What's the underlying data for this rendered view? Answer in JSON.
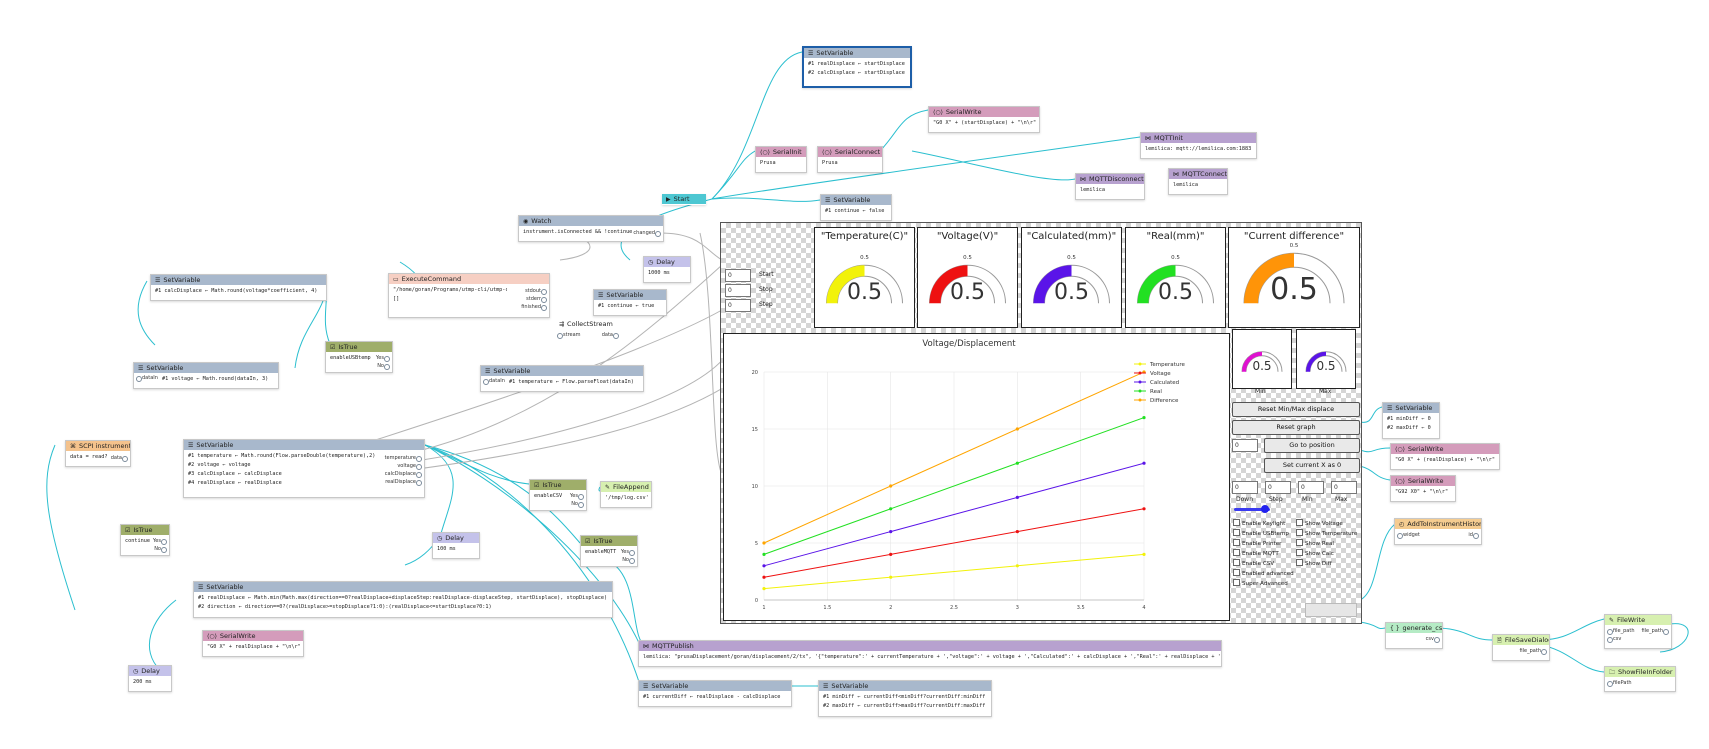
{
  "nodes": {
    "setvar_top": {
      "title": "SetVariable",
      "lines": [
        "#1 realDisplace  ←  startDisplace",
        "#2 calcDisplace  ←  startDisplace"
      ]
    },
    "serialwrite_top": {
      "title": "SerialWrite",
      "line": "\"G0 X\" + (startDisplace) + \"\\n\\r\""
    },
    "serialinit": {
      "title": "SerialInit",
      "line": "Prusa"
    },
    "serialconnect": {
      "title": "SerialConnect",
      "line": "Prusa"
    },
    "mqttinit": {
      "title": "MQTTInit",
      "line": "lemilica: mqtt://lemilica.com:1883"
    },
    "mqttdisconnect": {
      "title": "MQTTDisconnect",
      "line": "lemilica"
    },
    "mqttconnect": {
      "title": "MQTTConnect",
      "line": "lemilica"
    },
    "start": {
      "title": "Start"
    },
    "setvar_continue_false": {
      "title": "SetVariable",
      "line": "#1 continue  ←  false"
    },
    "watch": {
      "title": "Watch",
      "line": "instrument.isConnected && !continue",
      "out": "changed"
    },
    "delay_1000": {
      "title": "Delay",
      "line": "1000 ms"
    },
    "setvar_calc": {
      "title": "SetVariable",
      "line": "#1 calcDisplace  ←  Math.round(voltage*coefficient, 4)"
    },
    "exec": {
      "title": "ExecuteCommand",
      "line1": "\"/home/goran/Programs/utmp-cli/utmp-cli\"",
      "line2": "[]",
      "outs": [
        "stdout",
        "stderr",
        "finished"
      ]
    },
    "setvar_continue_true": {
      "title": "SetVariable",
      "line": "#1 continue  ←  true"
    },
    "collectstream": {
      "title": "CollectStream",
      "ins": [
        "stream"
      ],
      "outs": [
        "data"
      ]
    },
    "istrue_temp": {
      "title": "IsTrue",
      "line": "enableUSBtemp",
      "outs": [
        "Yes",
        "No"
      ]
    },
    "setvar_voltage": {
      "title": "SetVariable",
      "in": "dataIn",
      "line": "#1 voltage  ←  Math.round(dataIn, 3)"
    },
    "setvar_temp": {
      "title": "SetVariable",
      "in": "dataIn",
      "line": "#1 temperature  ←  Flow.parseFloat(dataIn)"
    },
    "scpi": {
      "title": "SCPI instrument",
      "line": "data = read?",
      "out": "data"
    },
    "setvar_main": {
      "title": "SetVariable",
      "lines": [
        "#1 temperature  ←  Math.round(Flow.parseDouble(temperature),2)",
        "#2 voltage  ←  voltage",
        "#3 calcDisplace  ←  calcDisplace",
        "#4 realDisplace  ←  realDisplace"
      ],
      "outs": [
        "temperature",
        "voltage",
        "calcDisplace",
        "realDisplace"
      ]
    },
    "istrue_csv": {
      "title": "IsTrue",
      "line": "enableCSV",
      "outs": [
        "Yes",
        "No"
      ]
    },
    "fileappend": {
      "title": "FileAppend",
      "line": "'/tmp/log.csv'"
    },
    "delay_100": {
      "title": "Delay",
      "line": "100 ms"
    },
    "istrue_mqtt": {
      "title": "IsTrue",
      "line": "enableMQTT",
      "outs": [
        "Yes",
        "No"
      ]
    },
    "istrue_continue": {
      "title": "IsTrue",
      "line": "continue",
      "outs": [
        "Yes",
        "No"
      ]
    },
    "setvar_real": {
      "title": "SetVariable",
      "lines": [
        "#1 realDisplace  ←  Math.min(Math.max(direction==0?realDisplace+displaceStep:realDisplace-displaceStep, startDisplace), stopDisplace)",
        "#2 direction  ←  direction==0?(realDisplace>=stopDisplace?1:0):(realDisplace<=startDisplace?0:1)"
      ]
    },
    "serialwrite_bottom": {
      "title": "SerialWrite",
      "line": "\"G0 X\" + realDisplace + \"\\n\\r\""
    },
    "delay_200": {
      "title": "Delay",
      "line": "200 ms"
    },
    "mqttpublish": {
      "title": "MQTTPublish",
      "line": "lemilica: \"prusaDisplacement/goran/displacement/2/tx\", '{\"temperature\":' + currentTemperature + ',\"voltage\":' + voltage + ',\"Calculated\":' + calcDisplace + ',\"Real\":' + realDisplace + '}'"
    },
    "setvar_diff": {
      "title": "SetVariable",
      "line": "#1 currentDiff  ←  realDisplace - calcDisplace"
    },
    "setvar_minmax": {
      "title": "SetVariable",
      "lines": [
        "#1 minDiff  ←  currentDiff<minDiff?currentDiff:minDiff",
        "#2 maxDiff  ←  currentDiff>maxDiff?currentDiff:maxDiff"
      ]
    },
    "setvar_reset": {
      "title": "SetVariable",
      "lines": [
        "#1 minDiff  ←  0",
        "#2 maxDiff  ←  0"
      ]
    },
    "serialwrite_goto": {
      "title": "SerialWrite",
      "line": "\"G0 X\" + (realDisplace) + \"\\n\\r\""
    },
    "serialwrite_set": {
      "title": "SerialWrite",
      "line": "\"G92 X0\" + \"\\n\\r\""
    },
    "addhistory": {
      "title": "AddToInstrumentHistory",
      "in": "widget",
      "out": "id"
    },
    "generate_csv": {
      "title": "generate_csv",
      "out": "csv"
    },
    "filesavedialog": {
      "title": "FileSaveDialog",
      "out": "file_path"
    },
    "filewrite": {
      "title": "FileWrite",
      "ins": [
        "file_path",
        "csv"
      ],
      "out": "file_path"
    },
    "showfileinfolder": {
      "title": "ShowFileInFolder",
      "in": "filePath"
    }
  },
  "dashboard": {
    "inputs": [
      {
        "value": "0",
        "label": "Start"
      },
      {
        "value": "0",
        "label": "Stop"
      },
      {
        "value": "0",
        "label": "Step"
      }
    ],
    "gauges": [
      {
        "title": "\"Temperature(C)\"",
        "value": "0.5",
        "top": "0.5",
        "color": "#f2f20a",
        "fraction": 0.5
      },
      {
        "title": "\"Voltage(V)\"",
        "value": "0.5",
        "top": "0.5",
        "color": "#ee1111",
        "fraction": 0.5
      },
      {
        "title": "\"Calculated(mm)\"",
        "value": "0.5",
        "top": "0.5",
        "color": "#5a14e8",
        "fraction": 0.5
      },
      {
        "title": "\"Real(mm)\"",
        "value": "0.5",
        "top": "0.5",
        "color": "#22e022",
        "fraction": 0.5
      },
      {
        "title": "\"Current difference\"",
        "value": "0.5",
        "top": "0.5",
        "color": "#ff9408",
        "fraction": 0.5
      }
    ],
    "small_gauges": [
      {
        "label": "Min",
        "value": "0.5",
        "color": "#e010d0",
        "fraction": 0.5
      },
      {
        "label": "Max",
        "value": "0.5",
        "color": "#5a14e8",
        "fraction": 0.5
      }
    ],
    "buttons": {
      "reset_minmax": "Reset Min/Max displace",
      "reset_graph": "Reset graph",
      "goto": "Go to position",
      "setx": "Set current X as 0"
    },
    "goto_value": "0",
    "param_inputs": [
      {
        "value": "0",
        "label": "Down"
      },
      {
        "value": "0",
        "label": "Step"
      },
      {
        "value": "0",
        "label": "Min"
      },
      {
        "value": "0",
        "label": "Max"
      }
    ],
    "slider_value": 0.2,
    "checkboxes_left": [
      "Enable Keylight",
      "Enable USBtemp",
      "Enable Printer",
      "Enable MQTT",
      "Enable CSV",
      "Enabled advanced",
      "Super Advanced"
    ],
    "checkboxes_right": [
      "Show Voltage",
      "Show Temperature",
      "Show Real",
      "Show Calc",
      "Show Diff"
    ]
  },
  "chart_data": {
    "type": "line",
    "title": "Voltage/Displacement",
    "x": [
      1,
      2,
      3,
      4
    ],
    "xticks": [
      "1",
      "1.5",
      "2",
      "2.5",
      "3",
      "3.5",
      "4"
    ],
    "yticks": [
      "0",
      "5",
      "10",
      "15",
      "20"
    ],
    "xlim": [
      1,
      4
    ],
    "ylim": [
      0,
      20
    ],
    "grid": true,
    "legend": "top-right",
    "series": [
      {
        "name": "Temperature",
        "color": "#f2f20a",
        "values": [
          1,
          2,
          3,
          4
        ]
      },
      {
        "name": "Voltage",
        "color": "#ee1111",
        "values": [
          2,
          4,
          6,
          8
        ]
      },
      {
        "name": "Calculated",
        "color": "#5a14e8",
        "values": [
          3,
          6,
          9,
          12
        ]
      },
      {
        "name": "Real",
        "color": "#22e022",
        "values": [
          4,
          8,
          12,
          16
        ]
      },
      {
        "name": "Difference",
        "color": "#ffa500",
        "values": [
          5,
          10,
          15,
          20
        ]
      }
    ]
  }
}
